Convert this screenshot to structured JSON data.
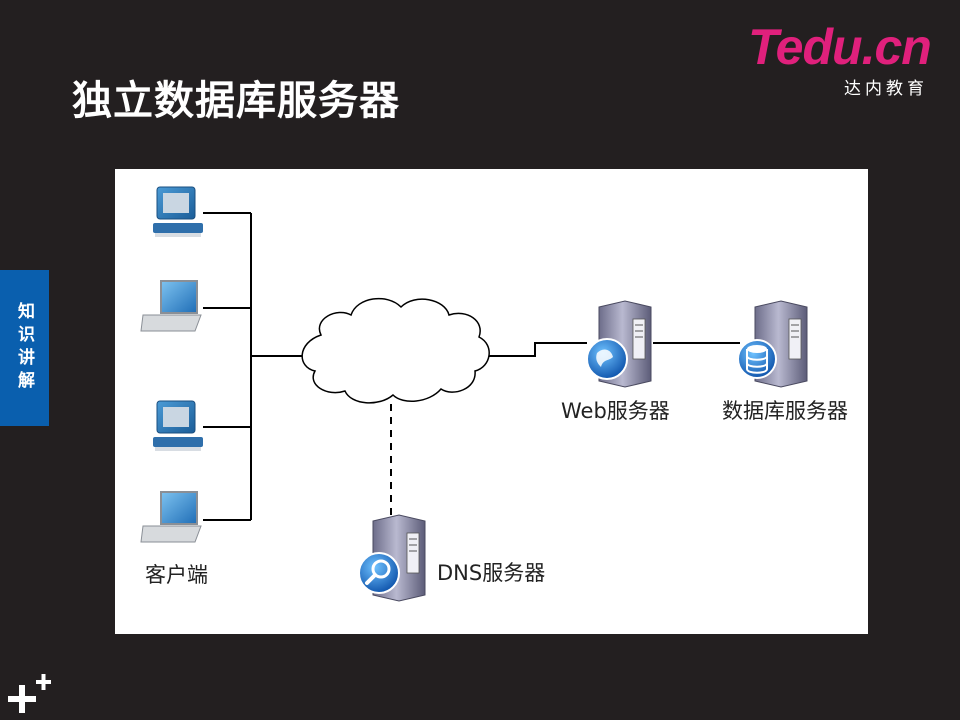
{
  "slide": {
    "title": "独立数据库服务器"
  },
  "logo": {
    "mark": "Tedu.cn",
    "subtitle": "达内教育"
  },
  "side_tab": {
    "label": "知识讲解"
  },
  "diagram": {
    "labels": {
      "clients": "客户端",
      "web_server": "Web服务器",
      "db_server": "数据库服务器",
      "dns_server": "DNS服务器"
    },
    "colors": {
      "brand_pink": "#e0207c",
      "tab_blue": "#0a5fae",
      "line": "#000000"
    }
  }
}
